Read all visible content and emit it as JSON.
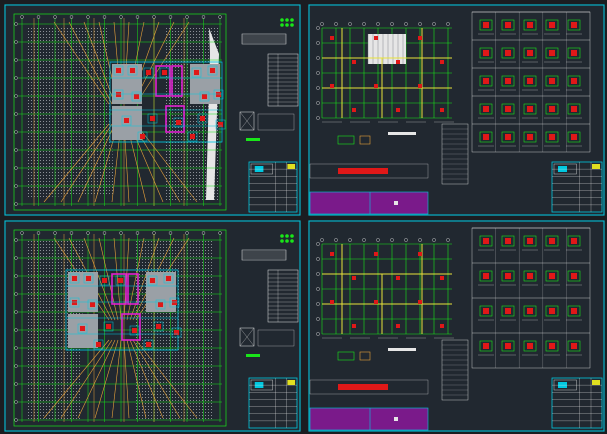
{
  "colors": {
    "background": "#1b1d21",
    "sheet": "#212830",
    "frame": "#00c8e0",
    "axis_lines": "#19e619",
    "rebar": "#e8a23a",
    "column_fill": "#9aa0a6",
    "column_red": "#e01818",
    "magenta": "#e020d0",
    "hatch": "#8a8f96",
    "white": "#e6e6e6",
    "title_block_purple": "#7a1a8a",
    "yellow": "#e8e23a"
  },
  "sheets": [
    {
      "id": "top-left",
      "kind": "site-plan"
    },
    {
      "id": "top-right",
      "kind": "detail-plan"
    },
    {
      "id": "bottom-left",
      "kind": "site-plan"
    },
    {
      "id": "bottom-right",
      "kind": "detail-plan"
    }
  ]
}
